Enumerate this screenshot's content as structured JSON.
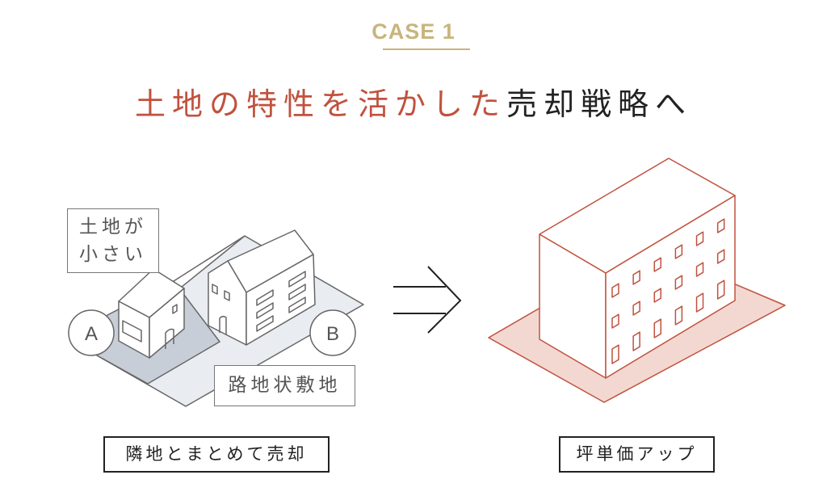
{
  "case_label": "CASE 1",
  "title": {
    "highlight": "土地の特性を活かした",
    "rest": "売却戦略へ"
  },
  "left": {
    "label_small": [
      "土地が",
      "小さい"
    ],
    "label_alley": "路地状敷地",
    "circle_a": "A",
    "circle_b": "B",
    "caption": "隣地とまとめて売却"
  },
  "right": {
    "caption": "坪単価アップ"
  },
  "colors": {
    "gold": "#c8b57c",
    "accent": "#c0523e",
    "pink_fill": "#f3d8d1",
    "lot_light": "#e9ecf1",
    "lot_dark": "#c8ced8"
  }
}
